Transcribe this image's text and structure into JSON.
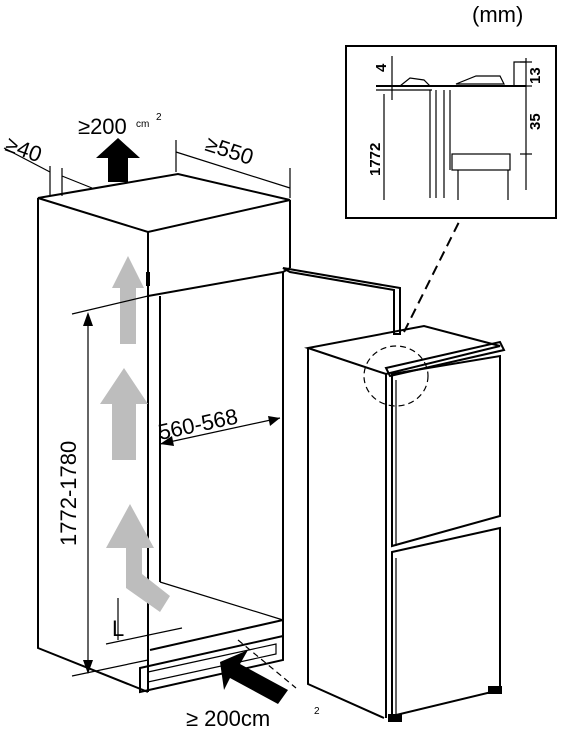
{
  "units_label": "(mm)",
  "top_vent": {
    "label": "≥200",
    "unit": "cm",
    "sup": "2"
  },
  "bottom_vent": {
    "label": "≥ 200cm",
    "sup": "2"
  },
  "dim_depth_side": "≥40",
  "dim_depth": "≥550",
  "dim_width": "560-568",
  "dim_height": "1772-1780",
  "dim_L": "L",
  "detail": {
    "dim_gap_top": "4",
    "dim_13": "13",
    "dim_35": "35",
    "dim_1772": "1772"
  }
}
